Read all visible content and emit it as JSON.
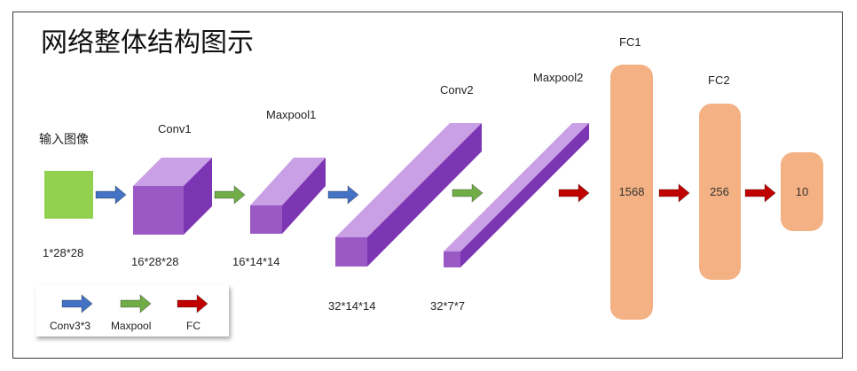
{
  "title": "网络整体结构图示",
  "input": {
    "label": "输入图像",
    "dims": "1*28*28"
  },
  "layers": [
    {
      "name": "Conv1",
      "dims": "16*28*28"
    },
    {
      "name": "Maxpool1",
      "dims": "16*14*14"
    },
    {
      "name": "Conv2",
      "dims": "32*14*14"
    },
    {
      "name": "Maxpool2",
      "dims": "32*7*7"
    }
  ],
  "fc_layers": [
    {
      "name": "FC1",
      "units": "1568"
    },
    {
      "name": "FC2",
      "units": "256"
    },
    {
      "name": "",
      "units": "10"
    }
  ],
  "legend": [
    {
      "label": "Conv3*3",
      "color": "#4472c4"
    },
    {
      "label": "Maxpool",
      "color": "#70ad47"
    },
    {
      "label": "FC",
      "color": "#c00000"
    }
  ],
  "colors": {
    "input": "#92d050",
    "box_front": "#9b59c6",
    "box_top": "#c9a0e6",
    "box_side": "#7d36b3",
    "fc": "#f4b183"
  }
}
